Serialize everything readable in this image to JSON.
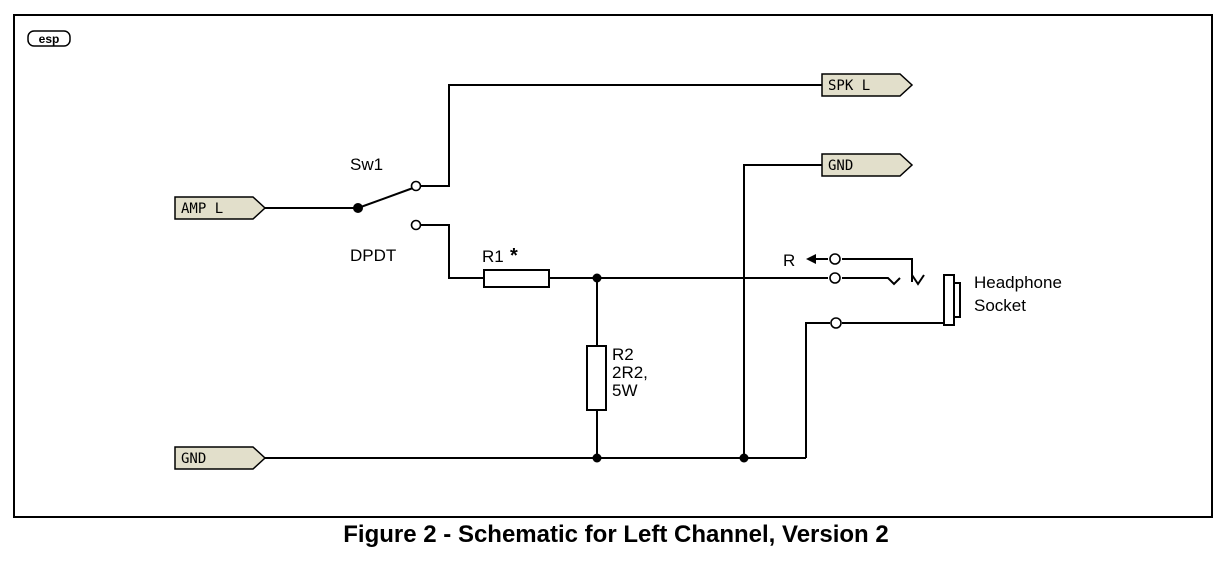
{
  "logo": {
    "text": "esp"
  },
  "ports": {
    "spk_l": "SPK L",
    "amp_l": "AMP L",
    "gnd_top": "GND",
    "gnd_bottom": "GND"
  },
  "labels": {
    "sw1": "Sw1",
    "dpdt": "DPDT",
    "r1": "R1",
    "r1_marker": "*",
    "r2": "R2",
    "r2_value": "2R2,",
    "r2_power": "5W",
    "r_ring": "R",
    "headphone_line1": "Headphone",
    "headphone_line2": "Socket"
  },
  "caption": "Figure 2 - Schematic for Left Channel, Version 2",
  "colors": {
    "port_fill": "#e2dfcb",
    "wire": "#000000"
  }
}
